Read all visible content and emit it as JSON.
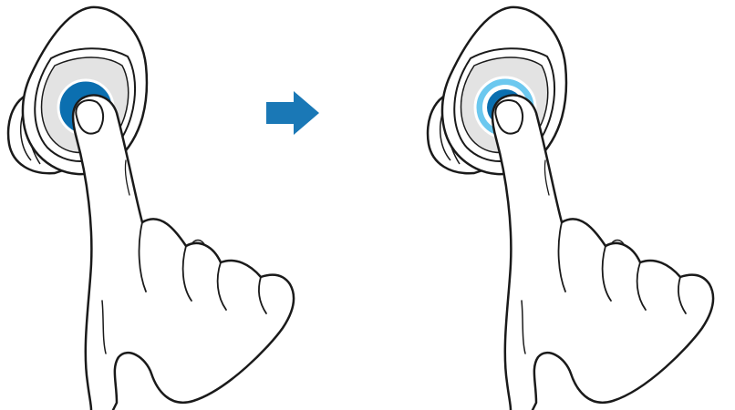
{
  "figure": {
    "panels": [
      {
        "id": "before",
        "state": "touch"
      },
      {
        "id": "after",
        "state": "touch-feedback"
      }
    ],
    "step_arrow": {
      "icon": "arrow-right-icon"
    }
  },
  "colors": {
    "outline": "#1a1a1a",
    "earbud_body": "#ffffff",
    "touchpad": "#e3e3e3",
    "touch_dot": "#0b6fb0",
    "touch_ring": "#6cc8ef",
    "arrow": "#1a78b6"
  }
}
